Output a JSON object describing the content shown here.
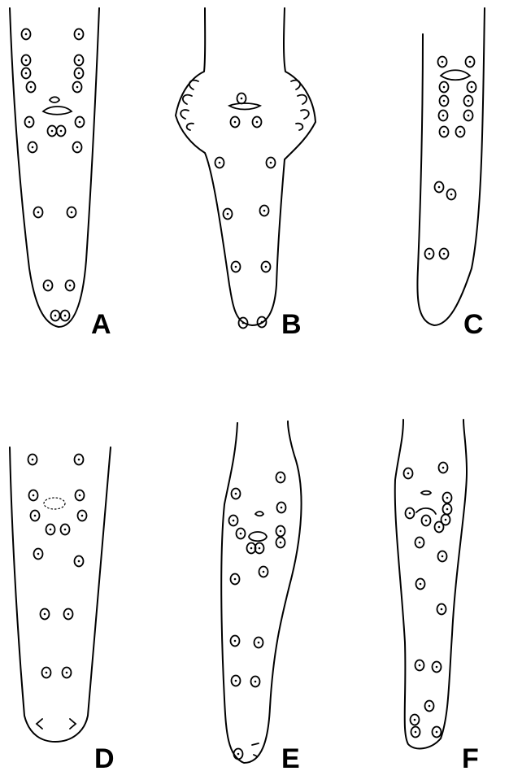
{
  "panels": [
    {
      "id": "A",
      "label": "A"
    },
    {
      "id": "B",
      "label": "B"
    },
    {
      "id": "C",
      "label": "C"
    },
    {
      "id": "D",
      "label": "D"
    },
    {
      "id": "E",
      "label": "E"
    },
    {
      "id": "F",
      "label": "F"
    }
  ],
  "colors": {
    "line": "#000000",
    "background": "#ffffff"
  }
}
